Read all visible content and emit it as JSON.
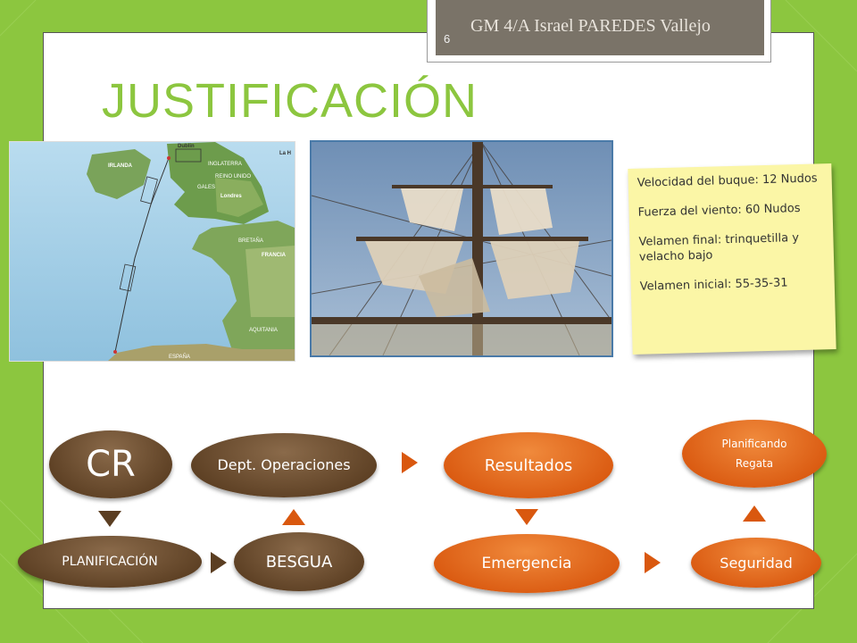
{
  "header": {
    "slide_number": "6",
    "author": "GM 4/A Israel PAREDES Vallejo"
  },
  "title": "JUSTIFICACIÓN",
  "note": {
    "lines": [
      "Velocidad del buque: 12 Nudos",
      "Fuerza del viento: 60 Nudos",
      "Velamen final: trinquetilla y velacho bajo",
      "Velamen inicial: 55-35-31"
    ]
  },
  "map": {
    "labels": [
      "IRLANDA",
      "Dublin",
      "INGLATERRA",
      "REINO UNIDO",
      "GALES",
      "Londres",
      "BRETAÑA",
      "FRANCIA",
      "AQUITANIA",
      "ESPAÑA",
      "La H"
    ]
  },
  "process": {
    "cr": "CR",
    "dept": "Dept. Operaciones",
    "resultados": "Resultados",
    "planificando": "Planificando Regata",
    "planificacion": "PLANIFICACIÓN",
    "besgua": "BESGUA",
    "emergencia": "Emergencia",
    "seguridad": "Seguridad"
  },
  "colors": {
    "background_green": "#8cc63f",
    "title_green": "#8cc63f",
    "brown": "#5b3e22",
    "orange": "#d9580f",
    "note_yellow": "#fbf6a6"
  }
}
